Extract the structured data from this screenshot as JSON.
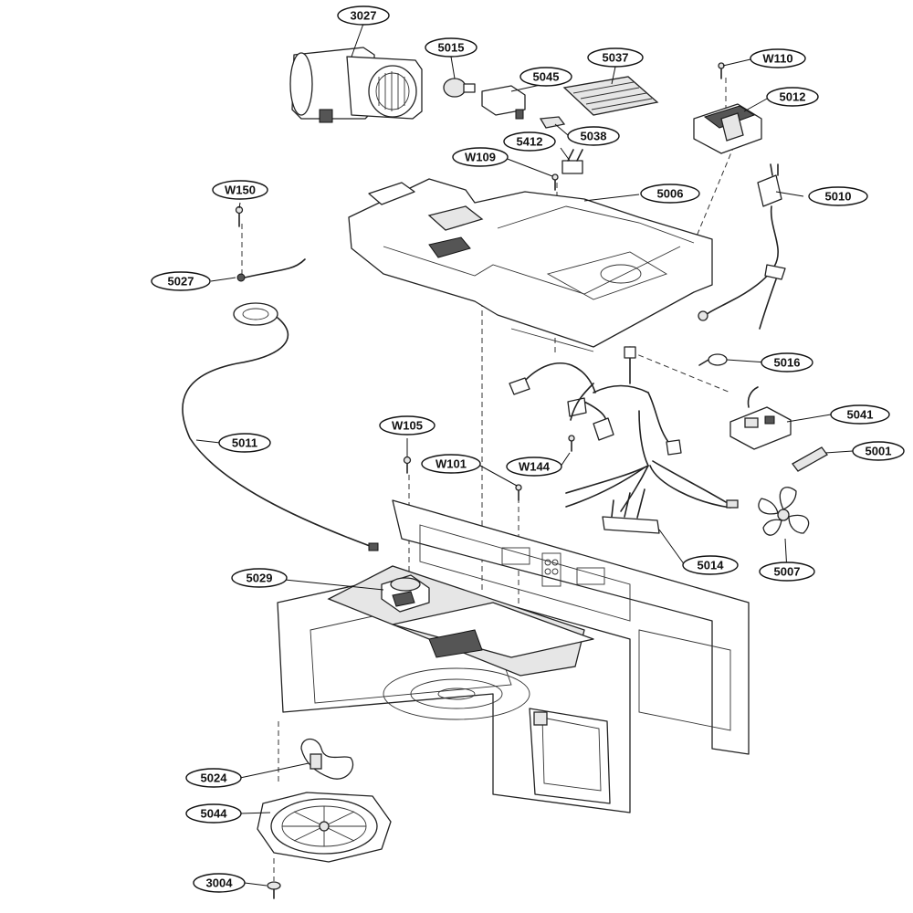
{
  "callouts": [
    {
      "id": "3027",
      "label": "3027"
    },
    {
      "id": "5015",
      "label": "5015"
    },
    {
      "id": "5045",
      "label": "5045"
    },
    {
      "id": "5037",
      "label": "5037"
    },
    {
      "id": "W110",
      "label": "W110"
    },
    {
      "id": "5012",
      "label": "5012"
    },
    {
      "id": "5038",
      "label": "5038"
    },
    {
      "id": "5412",
      "label": "5412"
    },
    {
      "id": "W109",
      "label": "W109"
    },
    {
      "id": "5006",
      "label": "5006"
    },
    {
      "id": "5010",
      "label": "5010"
    },
    {
      "id": "W150",
      "label": "W150"
    },
    {
      "id": "5027",
      "label": "5027"
    },
    {
      "id": "5016",
      "label": "5016"
    },
    {
      "id": "5041",
      "label": "5041"
    },
    {
      "id": "5011",
      "label": "5011"
    },
    {
      "id": "W105",
      "label": "W105"
    },
    {
      "id": "W101",
      "label": "W101"
    },
    {
      "id": "W144",
      "label": "W144"
    },
    {
      "id": "5001",
      "label": "5001"
    },
    {
      "id": "5014",
      "label": "5014"
    },
    {
      "id": "5007",
      "label": "5007"
    },
    {
      "id": "5029",
      "label": "5029"
    },
    {
      "id": "5024",
      "label": "5024"
    },
    {
      "id": "5044",
      "label": "5044"
    },
    {
      "id": "3004",
      "label": "3004"
    }
  ]
}
